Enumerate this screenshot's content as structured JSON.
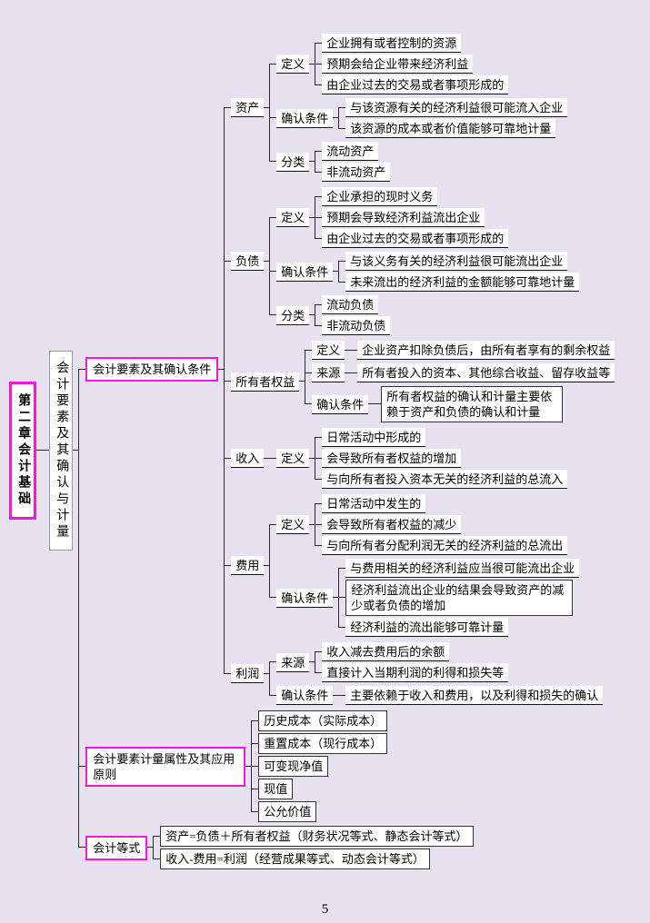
{
  "page_number": "5",
  "colors": {
    "background": "#e7e1f0",
    "accent_border": "#f318dc",
    "node_background": "#ffffff",
    "line": "#2a2a2a",
    "level2_border": "#999999"
  },
  "root": {
    "label": "第二章会计基础"
  },
  "level2": {
    "label": "会计要素及其确认与计量"
  },
  "elements": {
    "label": "会计要素及其确认条件",
    "assets": {
      "label": "资产",
      "definition": {
        "label": "定义",
        "items": [
          "企业拥有或者控制的资源",
          "预期会给企业带来经济利益",
          "由企业过去的交易或者事项形成的"
        ]
      },
      "recognition": {
        "label": "确认条件",
        "items": [
          "与该资源有关的经济利益很可能流入企业",
          "该资源的成本或者价值能够可靠地计量"
        ]
      },
      "classification": {
        "label": "分类",
        "items": [
          "流动资产",
          "非流动资产"
        ]
      }
    },
    "liabilities": {
      "label": "负债",
      "definition": {
        "label": "定义",
        "items": [
          "企业承担的现时义务",
          "预期会导致经济利益流出企业",
          "由企业过去的交易或者事项形成的"
        ]
      },
      "recognition": {
        "label": "确认条件",
        "items": [
          "与该义务有关的经济利益很可能流出企业",
          "未来流出的经济利益的金额能够可靠地计量"
        ]
      },
      "classification": {
        "label": "分类",
        "items": [
          "流动负债",
          "非流动负债"
        ]
      }
    },
    "owners_equity": {
      "label": "所有者权益",
      "definition": {
        "label": "定义",
        "text": "企业资产扣除负债后，由所有者享有的剩余权益"
      },
      "source": {
        "label": "来源",
        "text": "所有者投入的资本、其他综合收益、留存收益等"
      },
      "recognition": {
        "label": "确认条件",
        "text": "所有者权益的确认和计量主要依赖于资产和负债的确认和计量"
      }
    },
    "revenue": {
      "label": "收入",
      "definition": {
        "label": "定义",
        "items": [
          "日常活动中形成的",
          "会导致所有者权益的增加",
          "与向所有者投入资本无关的经济利益的总流入"
        ]
      }
    },
    "expenses": {
      "label": "费用",
      "definition": {
        "label": "定义",
        "items": [
          "日常活动中发生的",
          "会导致所有者权益的减少",
          "与向所有者分配利润无关的经济利益的总流出"
        ]
      },
      "recognition": {
        "label": "确认条件",
        "items": [
          "与费用相关的经济利益应当很可能流出企业",
          "经济利益流出企业的结果会导致资产的减少或者负债的增加",
          "经济利益的流出能够可靠计量"
        ]
      }
    },
    "profit": {
      "label": "利润",
      "source": {
        "label": "来源",
        "items": [
          "收入减去费用后的余额",
          "直接计入当期利润的利得和损失等"
        ]
      },
      "recognition": {
        "label": "确认条件",
        "text": "主要依赖于收入和费用，以及利得和损失的确认"
      }
    }
  },
  "measurement": {
    "label": "会计要素计量属性及其应用原则",
    "items": [
      "历史成本（实际成本）",
      "重置成本（现行成本）",
      "可变现净值",
      "现值",
      "公允价值"
    ]
  },
  "equation": {
    "label": "会计等式",
    "items": [
      "资产=负债＋所有者权益（财务状况等式、静态会计等式）",
      "收入-费用=利润（经营成果等式、动态会计等式）"
    ]
  }
}
